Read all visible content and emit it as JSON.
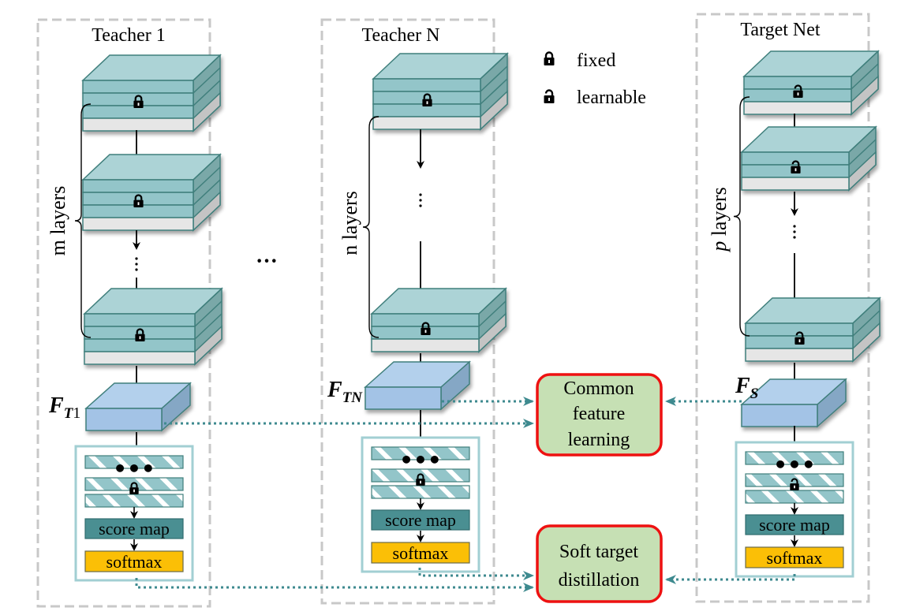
{
  "columns": [
    {
      "id": "teacher1",
      "title": "Teacher 1",
      "brace_label": "m layers",
      "feature_label": "F",
      "feature_sub": "T",
      "feature_sub2": "1",
      "lock": "fixed",
      "blocks": 3
    },
    {
      "id": "teacherN",
      "title": "Teacher N",
      "brace_label": "n layers",
      "feature_label": "F",
      "feature_sub": "TN",
      "feature_sub2": "",
      "lock": "fixed",
      "blocks": 2
    },
    {
      "id": "target",
      "title": "Target Net",
      "brace_label_italic": "p",
      "brace_label": " layers",
      "feature_label": "F",
      "feature_sub": "S",
      "feature_sub2": "",
      "lock": "learnable",
      "blocks": 3
    }
  ],
  "between_columns_ellipsis": "···",
  "legend": {
    "items": [
      {
        "icon": "lock-closed-icon",
        "label": "fixed"
      },
      {
        "icon": "lock-open-icon",
        "label": "learnable"
      }
    ]
  },
  "head": {
    "score_map": "score map",
    "softmax": "softmax",
    "ellipsis": "•••"
  },
  "modules": {
    "common": {
      "lines": [
        "Common",
        "feature",
        "learning"
      ]
    },
    "soft": {
      "lines": [
        "Soft target",
        "distillation"
      ]
    }
  },
  "colors": {
    "block_teal": "#93c5c9",
    "block_top": "#acd3d6",
    "block_side": "#7aa8a8",
    "block_edge": "#3f7f7c",
    "block_base": "#e6e6e6",
    "feature_blue": "#a8c8e8",
    "score_map": "#4a8f92",
    "softmax": "#fbbf06",
    "module_fill": "#c6e0b4",
    "module_border": "#ee1111",
    "dotted": "#3e8a8f",
    "dashed_frame": "#c8c8c8"
  }
}
